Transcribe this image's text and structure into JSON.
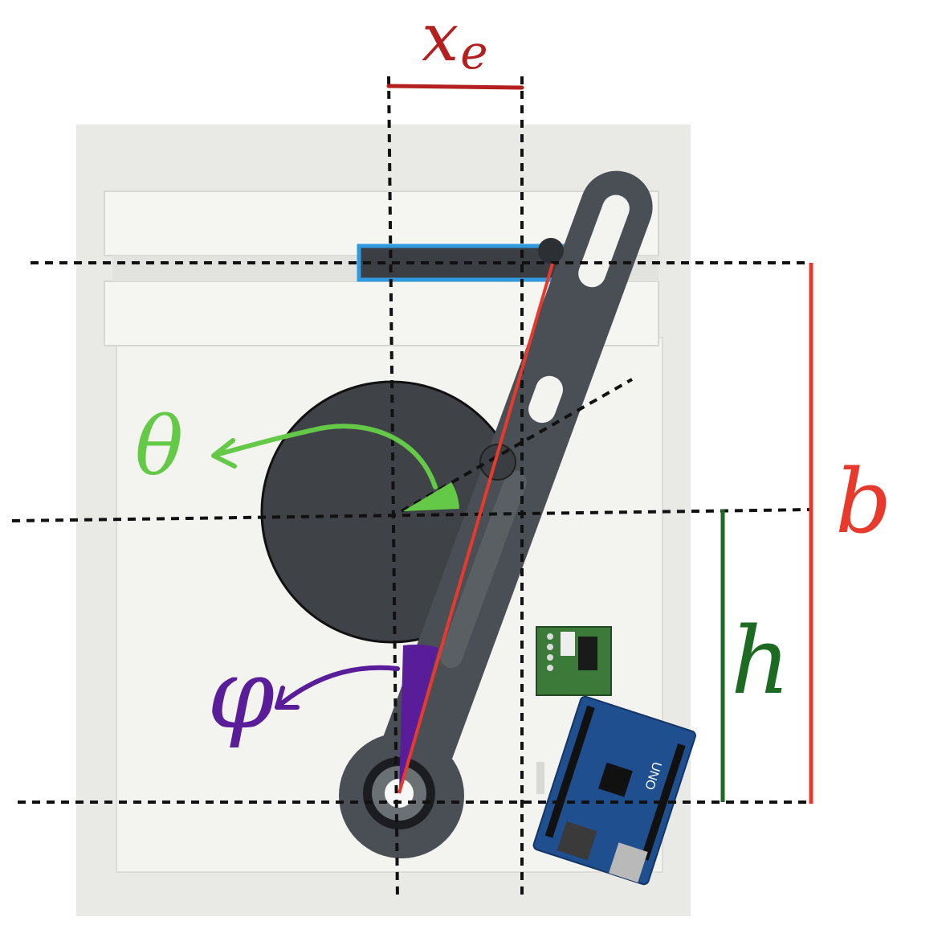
{
  "labels": {
    "xe_main": "x",
    "xe_sub": "e",
    "b": "b",
    "h": "h",
    "theta": "θ",
    "phi": "φ"
  },
  "board_labels": {
    "arduino": "UNO"
  },
  "colors": {
    "red": "#e8392d",
    "dark_red": "#b3201f",
    "green": "#64c947",
    "dark_green": "#1d6b22",
    "purple": "#5a1d9a",
    "blue": "#2f9ae0",
    "part_gray": "#4a4f55",
    "disc_gray": "#3f4348",
    "board_white": "#f2f2ef",
    "photo_bg": "#e9e9e6",
    "pcb_green": "#3c7a3a",
    "pcb_blue": "#1f4f8f"
  }
}
